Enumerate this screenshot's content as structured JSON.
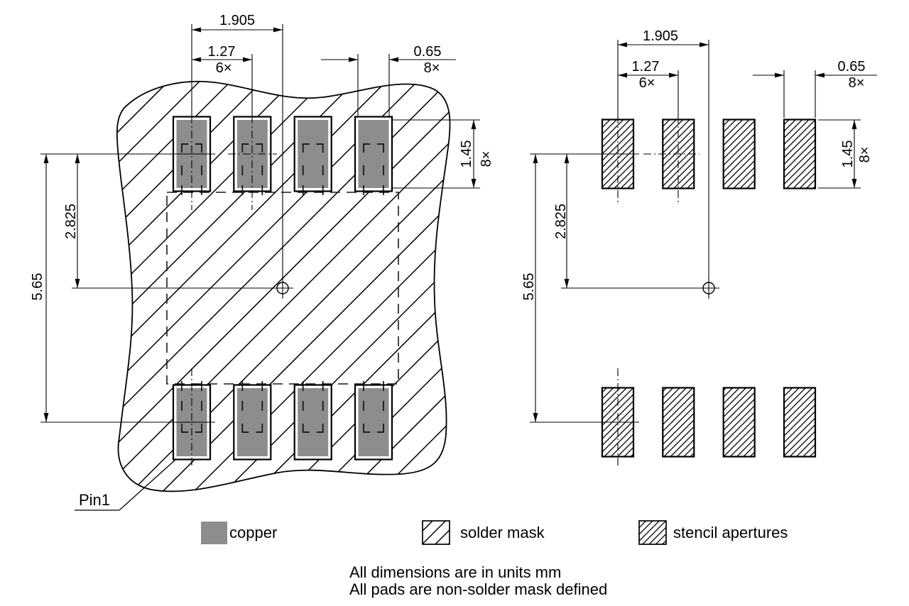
{
  "left_view": {
    "pin1_label": "Pin1",
    "dims": {
      "group_span": "1.905",
      "pitch": "1.27",
      "pitch_count": "6×",
      "pad_width": "0.65",
      "pad_width_count": "8×",
      "pad_height": "1.45",
      "pad_height_count": "8×",
      "center_offset": "2.825",
      "row_span": "5.65"
    }
  },
  "right_view": {
    "dims": {
      "group_span": "1.905",
      "pitch": "1.27",
      "pitch_count": "6×",
      "pad_width": "0.65",
      "pad_width_count": "8×",
      "pad_height": "1.45",
      "pad_height_count": "8×",
      "center_offset": "2.825",
      "row_span": "5.65"
    }
  },
  "legend": {
    "copper_label": "copper",
    "solder_mask_label": "solder mask",
    "stencil_apertures_label": "stencil apertures"
  },
  "notes": {
    "line1": "All dimensions are in units mm",
    "line2": "All pads are non-solder mask defined"
  },
  "colors": {
    "copper": "#8d8d8d",
    "line": "#000000",
    "background": "#ffffff"
  }
}
